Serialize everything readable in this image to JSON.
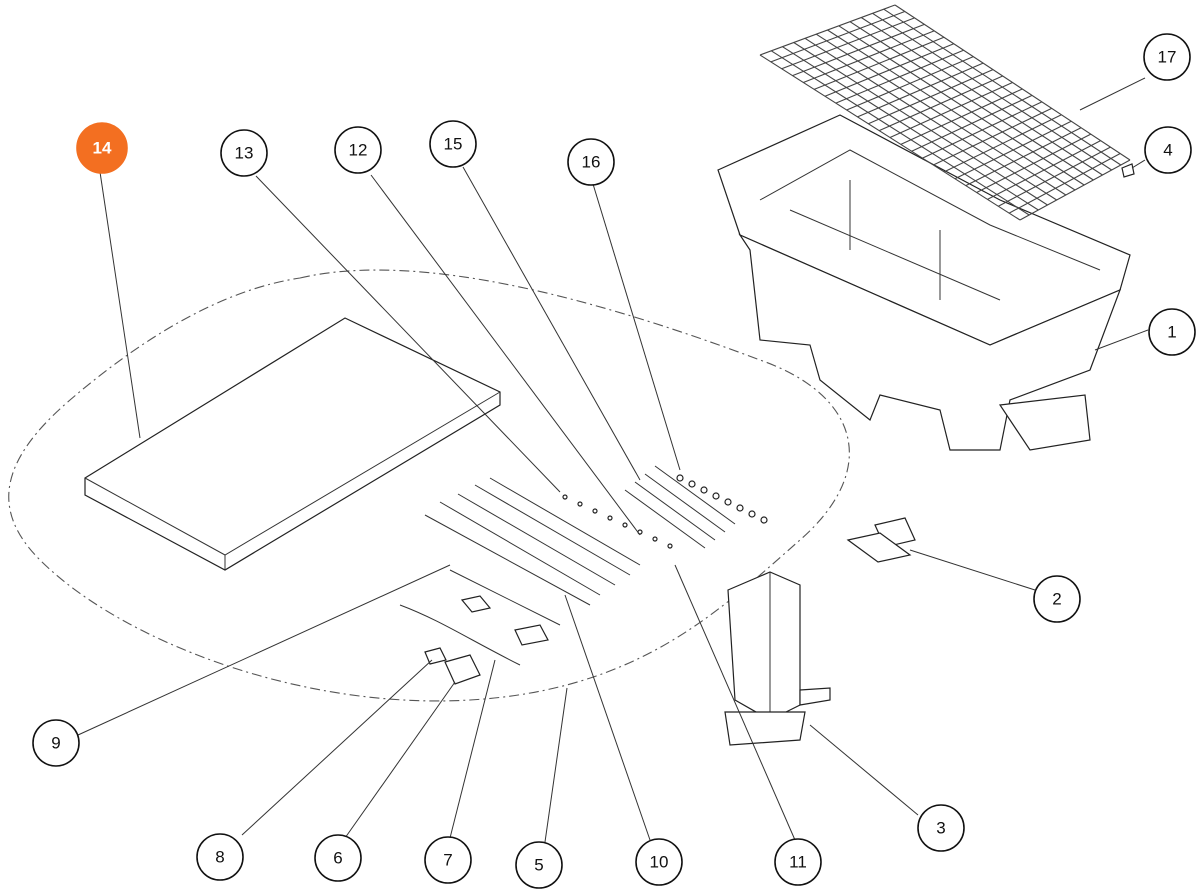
{
  "colors": {
    "accent": "#f36f21",
    "line": "#222222",
    "background": "#ffffff"
  },
  "callouts": [
    {
      "id": "c1",
      "label": "1"
    },
    {
      "id": "c2",
      "label": "2"
    },
    {
      "id": "c3",
      "label": "3"
    },
    {
      "id": "c4",
      "label": "4"
    },
    {
      "id": "c5",
      "label": "5"
    },
    {
      "id": "c6",
      "label": "6"
    },
    {
      "id": "c7",
      "label": "7"
    },
    {
      "id": "c8",
      "label": "8"
    },
    {
      "id": "c9",
      "label": "9"
    },
    {
      "id": "c10",
      "label": "10"
    },
    {
      "id": "c11",
      "label": "11"
    },
    {
      "id": "c12",
      "label": "12"
    },
    {
      "id": "c13",
      "label": "13"
    },
    {
      "id": "c14",
      "label": "14",
      "highlighted": true
    },
    {
      "id": "c15",
      "label": "15"
    },
    {
      "id": "c16",
      "label": "16"
    },
    {
      "id": "c17",
      "label": "17"
    }
  ]
}
